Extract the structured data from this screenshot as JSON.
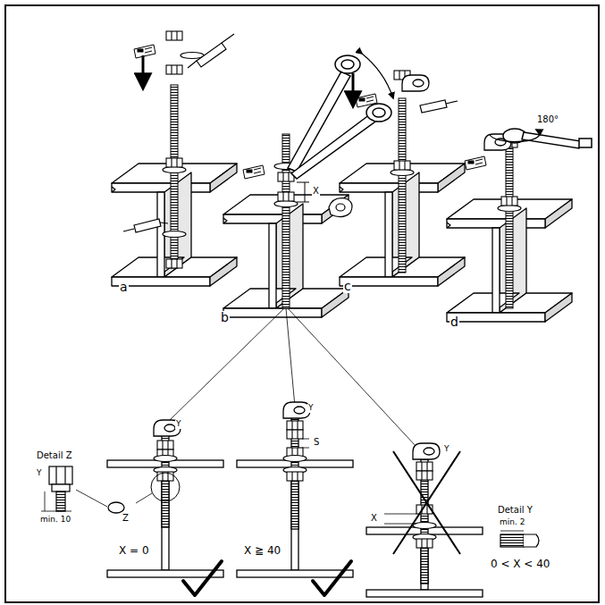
{
  "diagram": {
    "labels": [
      "a",
      "b",
      "c",
      "d",
      "X",
      "180°",
      "Detail Z",
      "Y",
      "min. 10",
      "Z",
      "Y",
      "X = 0",
      "Y",
      "S",
      "X ≧ 40",
      "Y",
      "X",
      "0 < X < 40",
      "Detail Y",
      "min. 2"
    ]
  }
}
